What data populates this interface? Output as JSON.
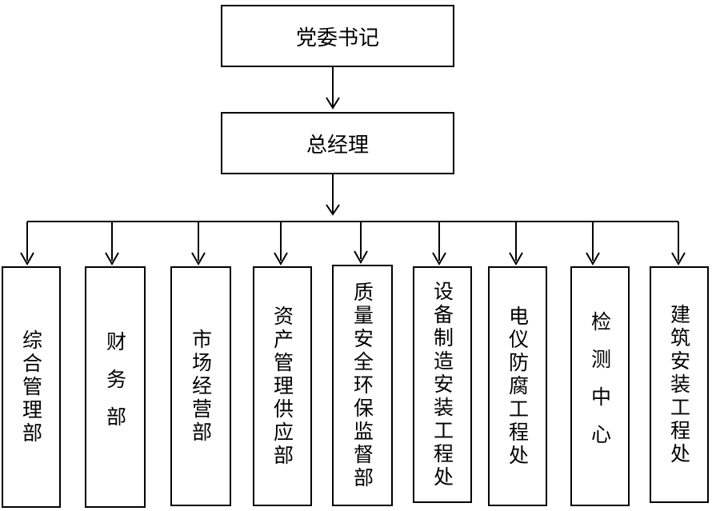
{
  "chart": {
    "top": "党委书记",
    "second": "总经理",
    "departments": [
      "综合管理部",
      "财务部",
      "市场经营部",
      "资产管理供应部",
      "质量安全环保监督部",
      "设备制造安装工程处",
      "电仪防腐工程处",
      "检测中心",
      "建筑安装工程处"
    ]
  }
}
